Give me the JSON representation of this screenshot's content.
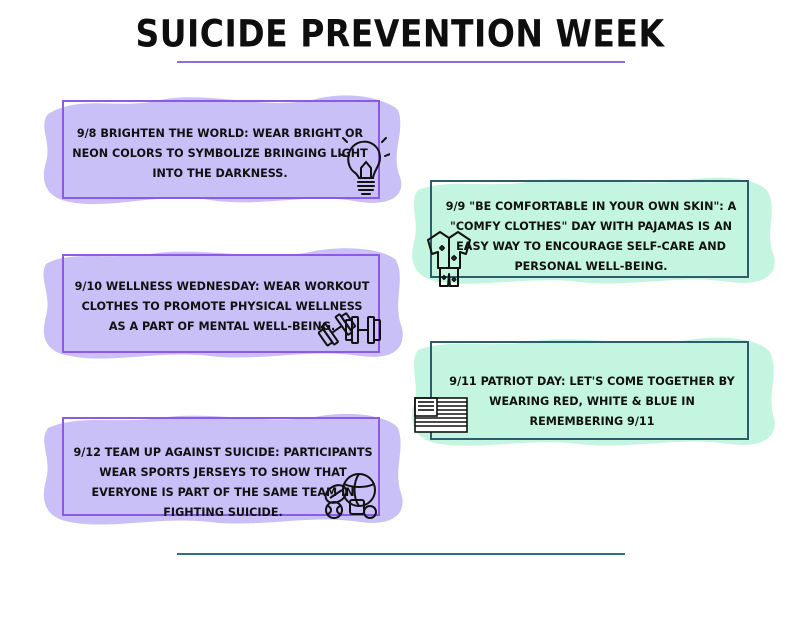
{
  "title": "SUICIDE PREVENTION WEEK",
  "colors": {
    "lavender": "#c9c0f7",
    "purple_border": "#8a5ce6",
    "mint": "#c4f5e0",
    "teal_border": "#2d5d6a",
    "top_rule": "#8a6fe0",
    "bottom_rule": "#2f6f86"
  },
  "cards": [
    {
      "text": "9/8 Brighten the World: Wear bright or neon colors to symbolize bringing light into the darkness.",
      "icon": "lightbulb-icon"
    },
    {
      "text": "9/10 Wellness Wednesday: Wear workout clothes to promote physical wellness as a part of mental well-being.",
      "icon": "dumbbell-icon"
    },
    {
      "text": "9/12 Team Up Against Suicide: Participants wear sports jerseys to show that everyone is part of the same team in fighting suicide.",
      "icon": "sports-balls-icon"
    },
    {
      "text": "9/9 \"Be Comfortable in Your Own Skin\": A \"comfy clothes\" day with pajamas is an easy way to encourage self-care and personal well-being.",
      "icon": "pajamas-icon"
    },
    {
      "text": "9/11 Patriot Day: Let's come together by wearing red, white & blue in remembering 9/11",
      "icon": "flag-icon"
    }
  ]
}
